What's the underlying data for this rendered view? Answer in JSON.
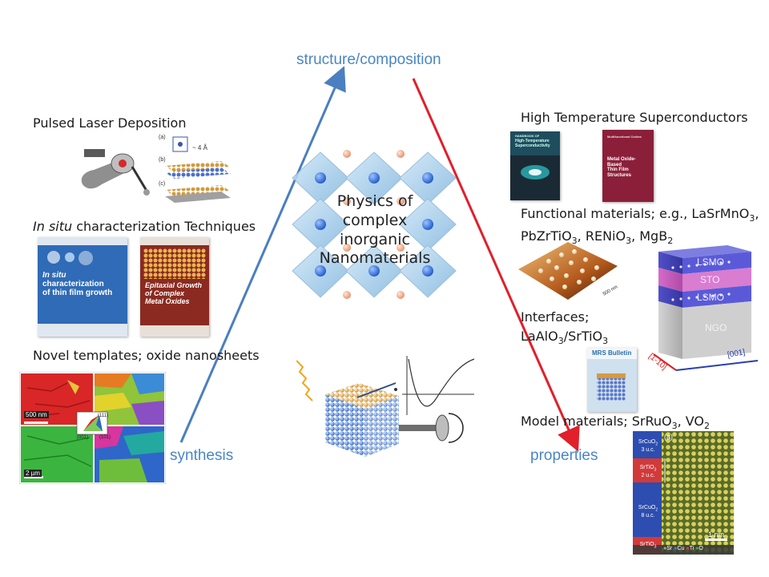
{
  "flow": {
    "top_label": "structure/composition",
    "left_label": "synthesis",
    "right_label": "properties",
    "center_title_lines": [
      "Physics of",
      "complex",
      "inorganic",
      "Nanomaterials"
    ]
  },
  "left": {
    "pld_label": "Pulsed Laser Deposition",
    "pld_inset_dims": "~ 4 Å",
    "pld_inset_tags": [
      "(a)",
      "(b)",
      "(c)"
    ],
    "insitu_label_italic": "In situ",
    "insitu_label_rest": " characterization Techniques",
    "book1_title": [
      "In situ",
      "characterization",
      "of thin film growth"
    ],
    "book2_title": [
      "Epitaxial Growth",
      "of Complex",
      "Metal Oxides"
    ],
    "templates_label": "Novel templates; oxide nanosheets",
    "ebsd_scale_top": "500 nm",
    "ebsd_scale_bottom": "2 µm",
    "ebsd_legend": {
      "top": "(111)",
      "left": "(001)",
      "right": "(101)"
    }
  },
  "right": {
    "htsc_label": "High Temperature Superconductors",
    "book3_title": [
      "HANDBOOK OF",
      "High-Temperature",
      "Superconductivity"
    ],
    "book4_series": "Multifunctional Oxides",
    "book4_title": [
      "Metal Oxide-Based",
      "Thin Film Structures"
    ],
    "func_label_line1": "Functional materials; e.g., LaSrMnO",
    "func_sub_3": "3",
    "func_label_line2a": "PbZrTiO",
    "func_label_line2b": ", RENiO",
    "func_label_line2c": ", MgB",
    "func_sub_2": "2",
    "afm_scale": "500 nm",
    "interfaces_label": "Interfaces;",
    "laalo_a": "LaAlO",
    "laalo_b": "/SrTiO",
    "mrs_title": "MRS Bulletin",
    "layers": [
      "LSMO",
      "STO",
      "LSMO",
      "NGO"
    ],
    "axis_left": "[1-10]",
    "axis_right": "[001]",
    "model_label_a": "Model materials; SrRuO",
    "model_label_b": ", VO",
    "stem_panel_tag": "(a)",
    "stem_layers": [
      {
        "name": "SrCuO",
        "sub": "2",
        "count": "3 u.c."
      },
      {
        "name": "SrTiO",
        "sub": "3",
        "count": "2 u.c."
      },
      {
        "name": "SrCuO",
        "sub": "2",
        "count": "8 u.c."
      },
      {
        "name": "SrTiO",
        "sub": "3",
        "count": ""
      }
    ],
    "stem_scale": "1 nm",
    "stem_legend": [
      "Sr",
      "Cu",
      "Ti",
      "O"
    ]
  },
  "colors": {
    "arrow_up": "#4a7fc1",
    "arrow_down": "#e0202a",
    "flow_label": "#4a86c5"
  }
}
